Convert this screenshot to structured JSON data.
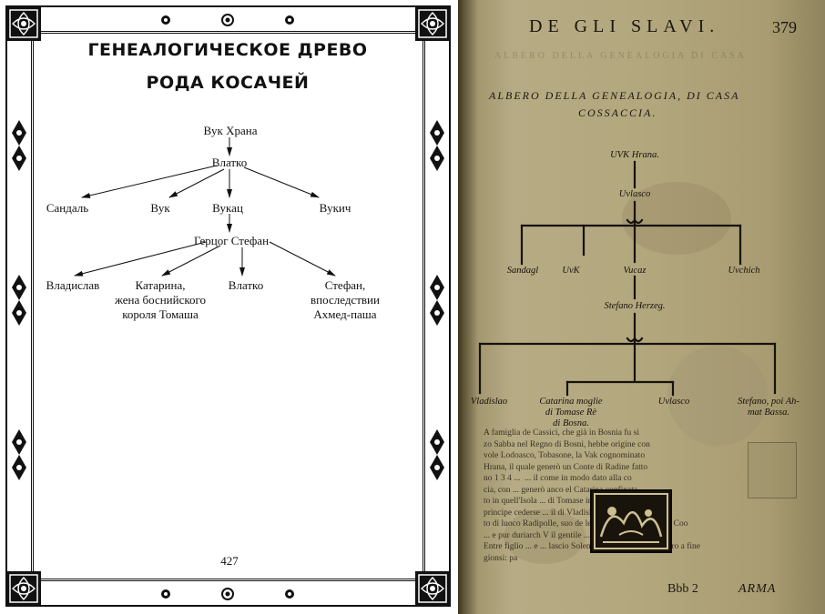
{
  "left_page": {
    "title_line1": "ГЕНЕАЛОГИЧЕСКОЕ ДРЕВО",
    "title_line2": "РОДА КОСАЧЕЙ",
    "nodes": {
      "vuk_hrana": "Вук Храна",
      "vlatko_1": "Влатко",
      "sandal": "Сандаль",
      "vuk": "Вук",
      "vukac": "Вукац",
      "vukich": "Вукич",
      "herceg_stefan": "Герцог Стефан",
      "vladislav": "Владислав",
      "katarina_l1": "Катарина,",
      "katarina_l2": "жена боснийского",
      "katarina_l3": "короля Томаша",
      "vlatko_2": "Влатко",
      "stefan_l1": "Стефан,",
      "stefan_l2": "впоследствии",
      "stefan_l3": "Ахмед-паша"
    },
    "page_number": "427"
  },
  "right_page": {
    "header": "DE GLI SLAVI.",
    "page_number": "379",
    "bleed_line": "ALBERO DELLA GENEALOGIA DI CASA",
    "title_line1": "ALBERO DELLA GENEALOGIA, DI CASA",
    "title_line2": "COSSACCIA.",
    "nodes": {
      "uvk_hrana": "UVK Hrana.",
      "uvlasco_1": "Uvlasco",
      "sandagl": "Sandagl",
      "uvuk": "UvK",
      "vucaz": "Vucaz",
      "uvchich": "Uvchich",
      "stefano_herzeg": "Stefano Herzeg.",
      "vladislao": "Vladislao",
      "catarina_l1": "Catarina moglie",
      "catarina_l2": "di Tomase Rè",
      "catarina_l3": "di Bosna.",
      "uvlasco_2": "Uvlasco",
      "stefano_l1": "Stefano, poi Ah-",
      "stefano_l2": "mat Bassa."
    },
    "body_lines": [
      "A famiglia de Cassici, che già in Bosnia fu si",
      "zo Sabba nel Regno di Bosni, hebbe origine con",
      "vole Lodoasco, Tobasone, la Vak cognominato",
      "Hrana, il quale generò un Conte di Radine fatto",
      "no 1 3 4 ...  ... il come in modo dato alla co",
      "cia, con ... generò anco el Catarina confinata",
      "to in quell'Isola ... di Tomase in de i suoi di esta in ma",
      "principe cederse ... il di Vladislao opera",
      "to di luoco Radipolle, suo de le terre di Stefan opper il Coo",
      "... e pur duriarch V il gentile ... per questo il",
      "Entre figlio ... e ... lascio Solendo bianco fermo in ottero a fine",
      "gionsi: pa"
    ],
    "footer_signature": "Bbb  2",
    "footer_catchword": "ARMA"
  },
  "colors": {
    "ink": "#111111",
    "parchment": "#b3a77e",
    "parchment_dark": "#3a3320"
  }
}
